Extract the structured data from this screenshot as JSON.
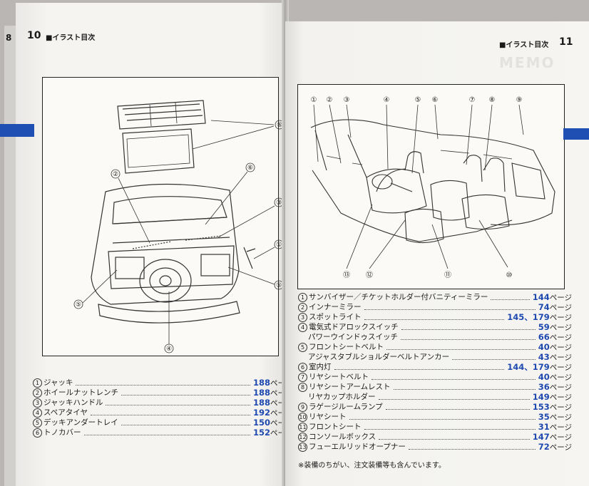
{
  "left_page": {
    "page_number": "10",
    "edge_page_number": "8",
    "title": "■イラスト目次",
    "callouts": [
      "①",
      "②",
      "③",
      "④",
      "⑤",
      "⑥"
    ],
    "items": [
      {
        "num": "①",
        "label": "ジャッキ",
        "page": "188",
        "unit": "ペー"
      },
      {
        "num": "②",
        "label": "ホイールナットレンチ",
        "page": "188",
        "unit": "ペー"
      },
      {
        "num": "③",
        "label": "ジャッキハンドル",
        "page": "188",
        "unit": "ペー"
      },
      {
        "num": "④",
        "label": "スペアタイヤ",
        "page": "192",
        "unit": "ペー"
      },
      {
        "num": "⑤",
        "label": "デッキアンダートレイ",
        "page": "150",
        "unit": "ペー"
      },
      {
        "num": "⑥",
        "label": "トノカバー",
        "page": "152",
        "unit": "ペー"
      }
    ]
  },
  "right_page": {
    "page_number": "11",
    "title": "■イラスト目次",
    "watermark": "MEMO",
    "callouts_top": [
      "①",
      "②",
      "③",
      "④",
      "⑤",
      "⑥",
      "⑦",
      "⑧",
      "⑨"
    ],
    "callouts_bottom": [
      "⑬",
      "⑫",
      "⑪",
      "⑩"
    ],
    "items": [
      {
        "num": "①",
        "label": "サンバイザー／チケットホルダー付バニティーミラー",
        "page": "144",
        "unit": "ページ"
      },
      {
        "num": "②",
        "label": "インナーミラー",
        "page": "74",
        "unit": "ページ"
      },
      {
        "num": "③",
        "label": "スポットライト",
        "page": "145、179",
        "unit": "ページ"
      },
      {
        "num": "④",
        "label": "電気式ドアロックスイッチ",
        "page": "59",
        "unit": "ページ"
      },
      {
        "num": "",
        "label": "パワーウインドゥスイッチ",
        "page": "66",
        "unit": "ページ"
      },
      {
        "num": "⑤",
        "label": "フロントシートベルト",
        "page": "40",
        "unit": "ページ"
      },
      {
        "num": "",
        "label": "アジャスタブルショルダーベルトアンカー",
        "page": "43",
        "unit": "ページ"
      },
      {
        "num": "⑥",
        "label": "室内灯",
        "page": "144、179",
        "unit": "ページ"
      },
      {
        "num": "⑦",
        "label": "リヤシートベルト",
        "page": "40",
        "unit": "ページ"
      },
      {
        "num": "⑧",
        "label": "リヤシートアームレスト",
        "page": "36",
        "unit": "ページ"
      },
      {
        "num": "",
        "label": "リヤカップホルダー",
        "page": "149",
        "unit": "ページ"
      },
      {
        "num": "⑨",
        "label": "ラゲージルームランプ",
        "page": "153",
        "unit": "ページ"
      },
      {
        "num": "⑩",
        "label": "リヤシート",
        "page": "35",
        "unit": "ページ"
      },
      {
        "num": "⑪",
        "label": "フロントシート",
        "page": "31",
        "unit": "ページ"
      },
      {
        "num": "⑫",
        "label": "コンソールボックス",
        "page": "147",
        "unit": "ページ"
      },
      {
        "num": "⑬",
        "label": "フューエルリッドオープナー",
        "page": "72",
        "unit": "ページ"
      }
    ],
    "note": "※装備のちがい、注文装備等も含んでいます。"
  },
  "colors": {
    "tab_blue": "#1f4fb3",
    "page_number_blue": "#1e49b0"
  }
}
